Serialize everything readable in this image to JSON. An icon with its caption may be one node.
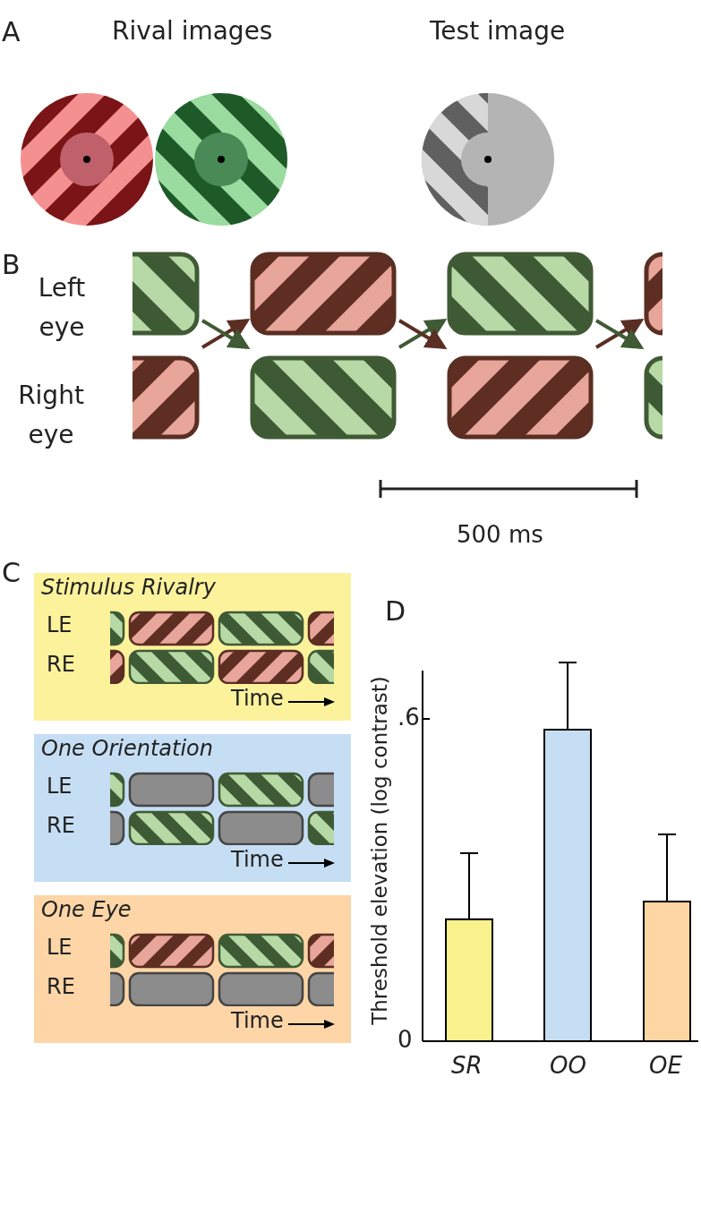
{
  "diagram": {
    "nodes": [
      {
        "text": [
          "Stimulus Rivalry",
          "LE",
          "RE",
          "Time"
        ]
      },
      {
        "text": [
          "One Orientation",
          "LE",
          "RE",
          "Time"
        ]
      },
      {
        "text": [
          "One Eye",
          "LE",
          "RE",
          "Time"
        ]
      }
    ],
    "labels": [
      "A",
      "Rival images",
      "Test image",
      "B",
      "Left eye",
      "Right eye",
      "500 ms",
      "C",
      "D"
    ],
    "chart_data": {
      "type": "bar",
      "ylabel": "Threshold elevation (log contrast)",
      "categories": [
        "SR",
        "OO",
        "OE"
      ],
      "series": [
        {
          "values": [
            0.227,
            0.58,
            0.26
          ],
          "errors": [
            0.123,
            0.125,
            0.125
          ]
        }
      ],
      "colors": [
        "#f8f18e",
        "#c6def4",
        "#fdd6a4"
      ],
      "ylim": [
        0,
        0.69
      ],
      "yticks": [
        0,
        {
          "value": 0.6,
          "label": ".6"
        }
      ]
    }
  }
}
